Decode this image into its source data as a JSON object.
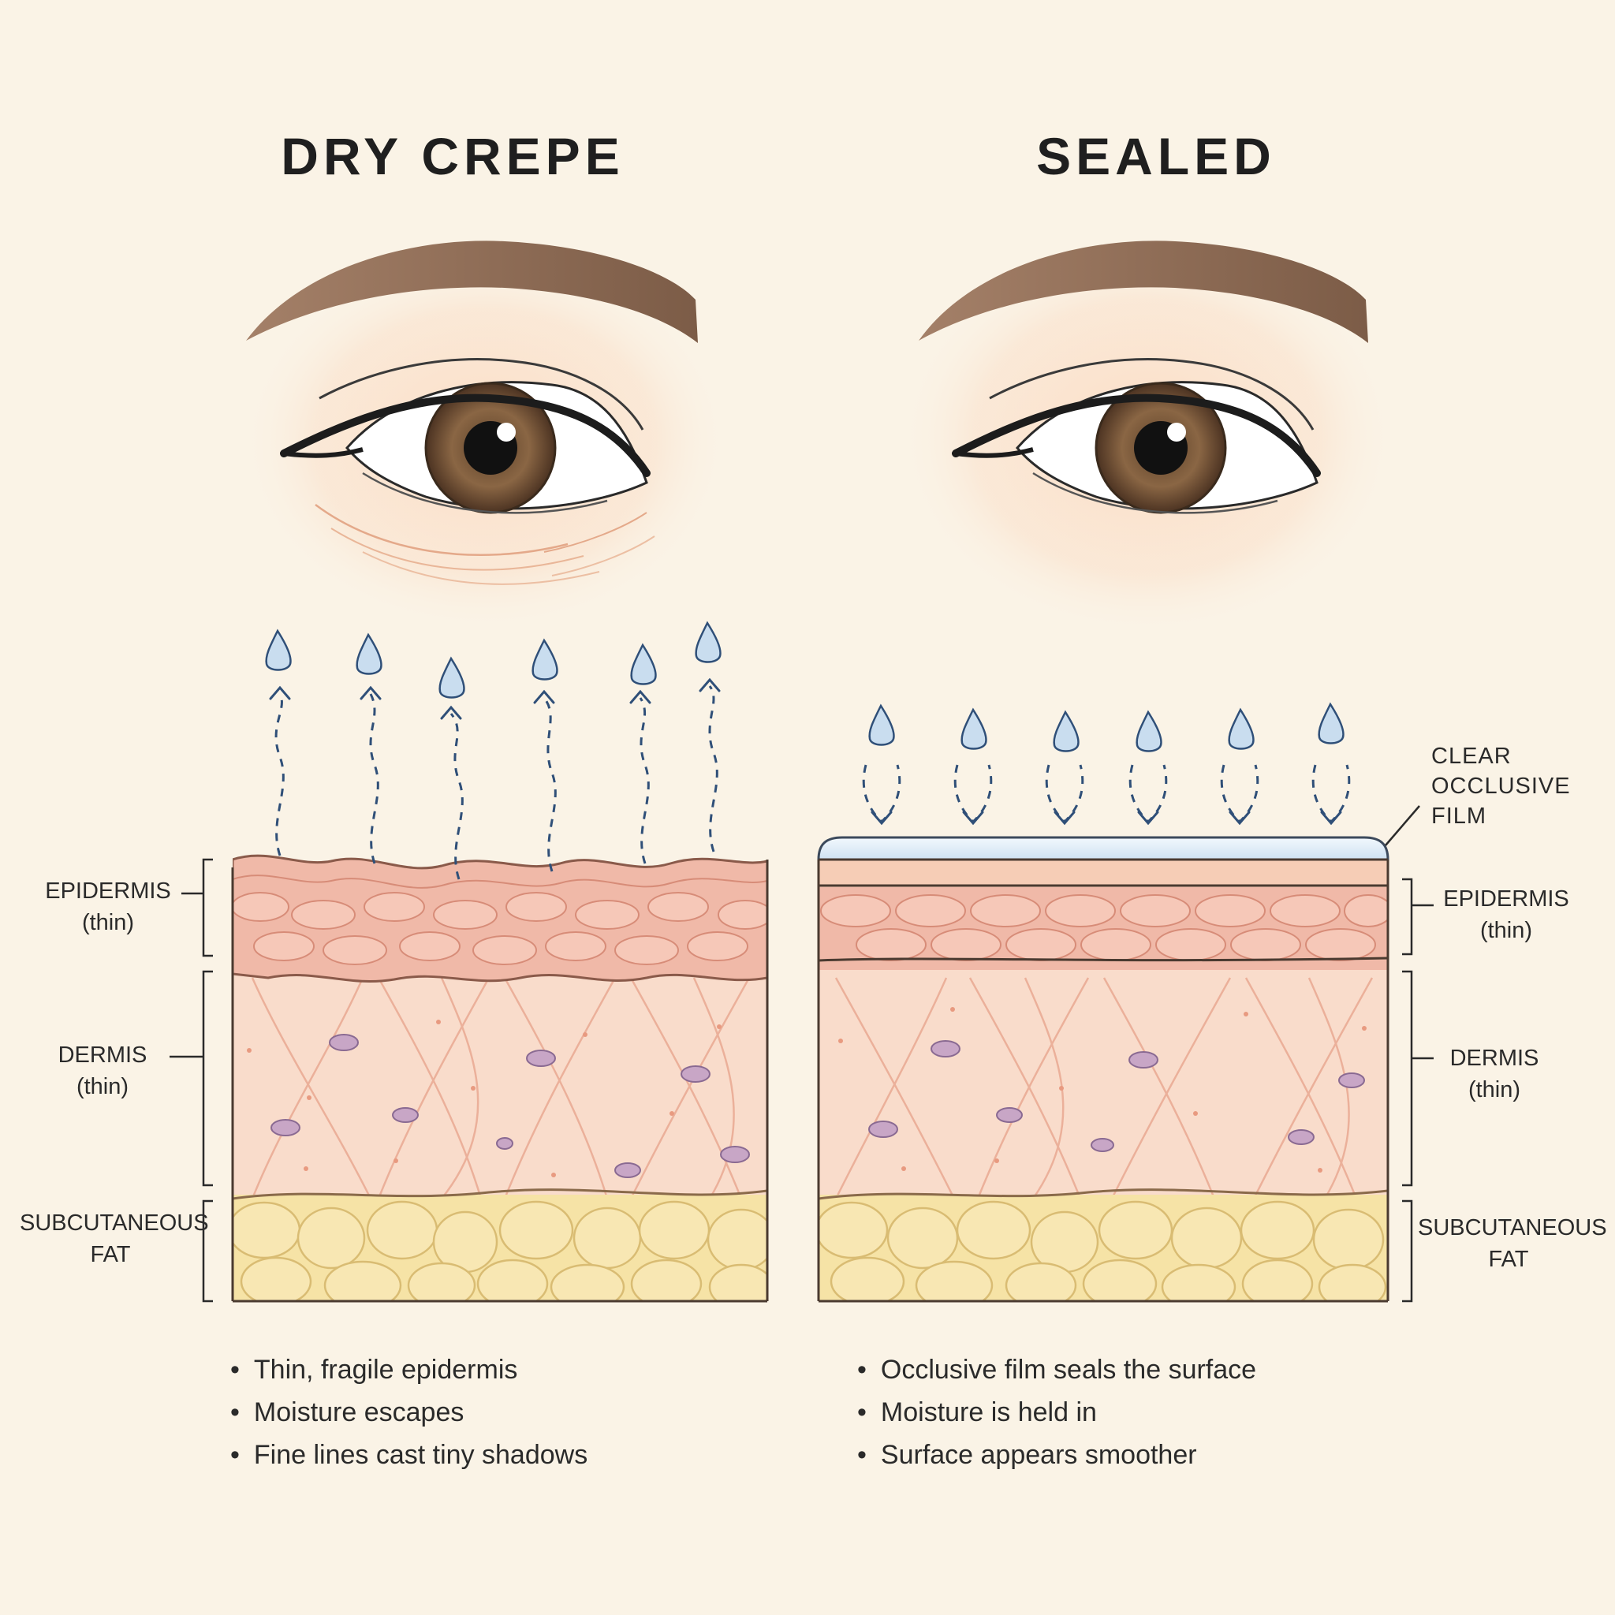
{
  "panels": [
    {
      "title": "DRY CREPE",
      "labels": {
        "epidermis": "EPIDERMIS",
        "epidermis_note": "(thin)",
        "dermis": "DERMIS",
        "dermis_note": "(thin)",
        "fat_line1": "SUBCUTANEOUS",
        "fat_line2": "FAT"
      },
      "bullets": [
        "Thin, fragile epidermis",
        "Moisture escapes",
        "Fine lines cast tiny shadows"
      ]
    },
    {
      "title": "SEALED",
      "film_label": [
        "CLEAR",
        "OCCLUSIVE",
        "FILM"
      ],
      "labels": {
        "epidermis": "EPIDERMIS",
        "epidermis_note": "(thin)",
        "dermis": "DERMIS",
        "dermis_note": "(thin)",
        "fat_line1": "SUBCUTANEOUS",
        "fat_line2": "FAT"
      },
      "bullets": [
        "Occlusive film seals the surface",
        "Moisture is held in",
        "Surface appears smoother"
      ]
    }
  ],
  "colors": {
    "background": "#faf3e6",
    "brow": "#8d6b55",
    "iris": "#7a5a3e",
    "droplet": "#c9ddef",
    "arrow": "#2f4f78",
    "epidermis": "#f0b9a8",
    "dermis": "#f9dccb",
    "fat": "#f6e3a6",
    "film": "#dce9f4"
  }
}
